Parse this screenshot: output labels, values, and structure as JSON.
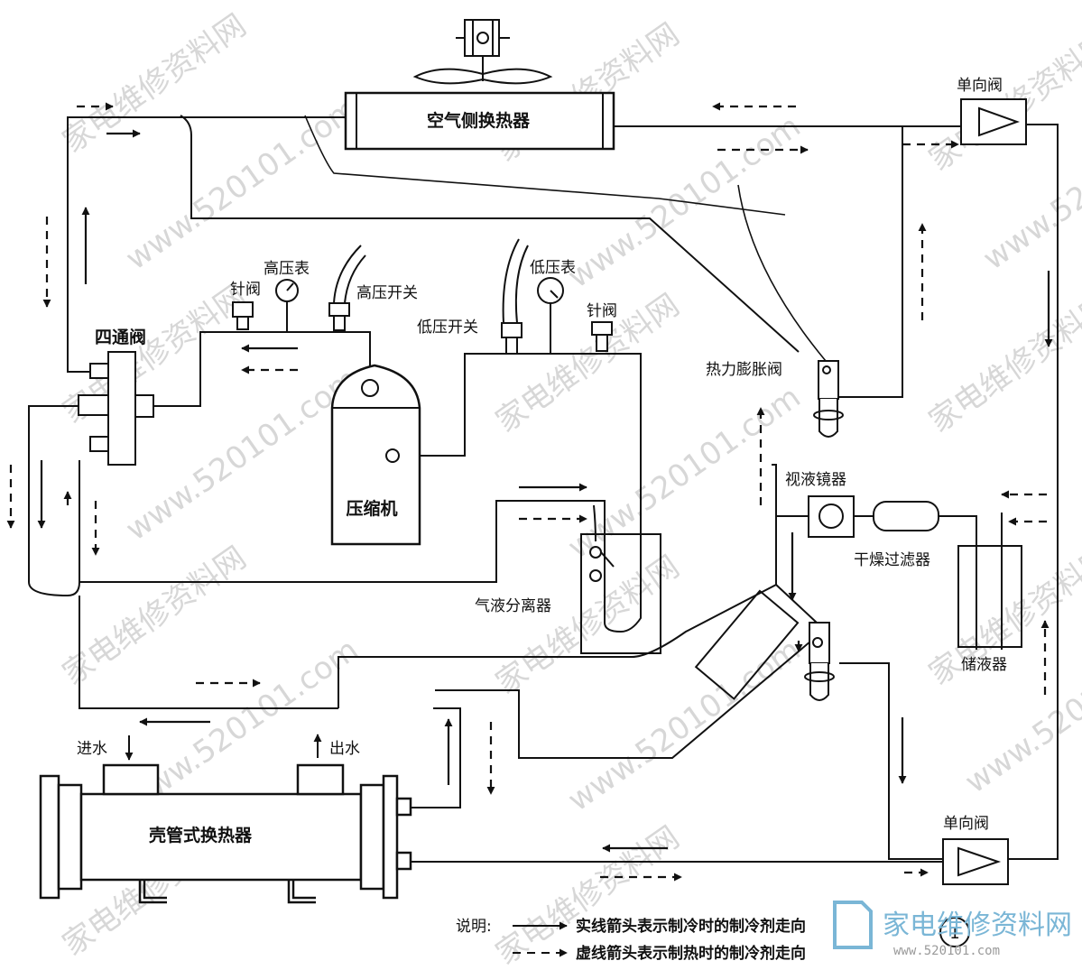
{
  "diagram": {
    "labels": {
      "air_exchanger": "空气侧换热器",
      "check_valve_top": "单向阀",
      "check_valve_bottom": "单向阀",
      "four_way_valve": "四通阀",
      "needle_valve_left": "针阀",
      "high_pressure_gauge": "高压表",
      "high_pressure_switch": "高压开关",
      "low_pressure_switch": "低压开关",
      "low_pressure_gauge": "低压表",
      "needle_valve_right": "针阀",
      "thermal_expansion_valve": "热力膨胀阀",
      "compressor": "压缩机",
      "sight_glass": "视液镜器",
      "drier_filter": "干燥过滤器",
      "gas_liquid_separator": "气液分离器",
      "receiver": "储液器",
      "water_in": "进水",
      "water_out": "出水",
      "shell_tube_exchanger": "壳管式换热器"
    },
    "legend": {
      "title": "说明:",
      "solid": "实线箭头表示制冷时的制冷剂走向",
      "dashed": "虚线箭头表示制热时的制冷剂走向"
    },
    "figure_number": "1",
    "watermark": {
      "text_cn": "家电维修资料网",
      "text_url": "www.520101.com",
      "logo": "家电维修资料网",
      "logo_url": "www.520101.com"
    },
    "colors": {
      "line": "#111111",
      "watermark": "#d7d7d7",
      "logo": "#7ab6d6"
    }
  }
}
